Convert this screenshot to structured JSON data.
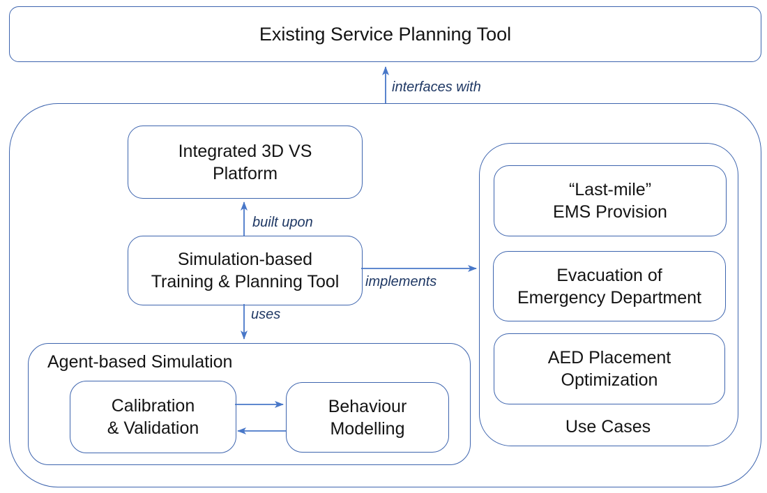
{
  "colors": {
    "box_border": "#3D64AE",
    "arrow": "#4877C8",
    "connector_label_text": "#1F3864",
    "box_text": "#141414",
    "background": "#FFFFFF"
  },
  "top_box": {
    "label": "Existing Service Planning Tool"
  },
  "connectors": {
    "interfaces_with": "interfaces with",
    "built_upon": "built upon",
    "uses": "uses",
    "implements": "implements"
  },
  "main_container": {
    "platform_box": {
      "line1": "Integrated 3D VS",
      "line2": "Platform"
    },
    "simulation_box": {
      "line1": "Simulation-based",
      "line2": "Training & Planning Tool"
    },
    "agent_simulation": {
      "title": "Agent-based Simulation",
      "calibration_box": {
        "line1": "Calibration",
        "line2": "& Validation"
      },
      "behaviour_box": {
        "line1": "Behaviour",
        "line2": "Modelling"
      }
    },
    "use_cases": {
      "title": "Use Cases",
      "items": [
        {
          "line1": "“Last-mile”",
          "line2": "EMS Provision"
        },
        {
          "line1": "Evacuation of",
          "line2": "Emergency Department"
        },
        {
          "line1": "AED Placement",
          "line2": "Optimization"
        }
      ]
    }
  }
}
